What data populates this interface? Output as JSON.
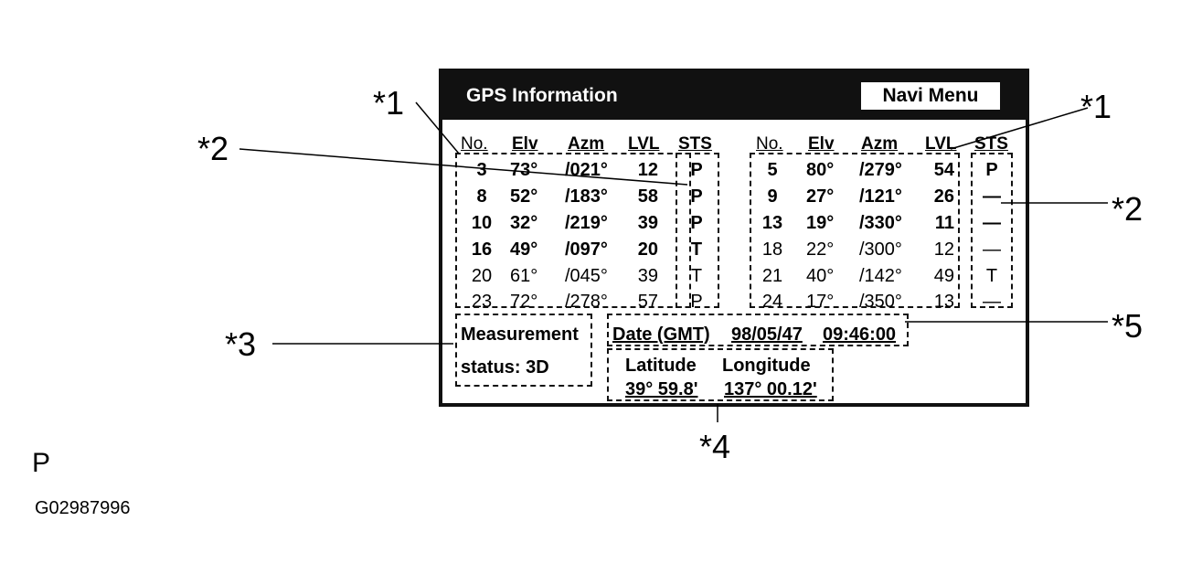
{
  "window": {
    "title": "GPS Information",
    "navi_button": "Navi Menu"
  },
  "columns": {
    "no": "No.",
    "elv": "Elv",
    "azm": "Azm",
    "lvl": "LVL",
    "sts": "STS"
  },
  "left_rows": [
    {
      "no": "3",
      "elv": "73°",
      "azm": "/021°",
      "lvl": "12",
      "sts": "P",
      "bold": true
    },
    {
      "no": "8",
      "elv": "52°",
      "azm": "/183°",
      "lvl": "58",
      "sts": "P",
      "bold": true
    },
    {
      "no": "10",
      "elv": "32°",
      "azm": "/219°",
      "lvl": "39",
      "sts": "P",
      "bold": true
    },
    {
      "no": "16",
      "elv": "49°",
      "azm": "/097°",
      "lvl": "20",
      "sts": "T",
      "bold": true
    },
    {
      "no": "20",
      "elv": "61°",
      "azm": "/045°",
      "lvl": "39",
      "sts": "T",
      "bold": false
    },
    {
      "no": "23",
      "elv": "72°",
      "azm": "/278°",
      "lvl": "57",
      "sts": "P",
      "bold": false
    }
  ],
  "right_rows": [
    {
      "no": "5",
      "elv": "80°",
      "azm": "/279°",
      "lvl": "54",
      "sts": "P",
      "bold": true
    },
    {
      "no": "9",
      "elv": "27°",
      "azm": "/121°",
      "lvl": "26",
      "sts": "—",
      "bold": true
    },
    {
      "no": "13",
      "elv": "19°",
      "azm": "/330°",
      "lvl": "11",
      "sts": "—",
      "bold": true
    },
    {
      "no": "18",
      "elv": "22°",
      "azm": "/300°",
      "lvl": "12",
      "sts": "—",
      "bold": false
    },
    {
      "no": "21",
      "elv": "40°",
      "azm": "/142°",
      "lvl": "49",
      "sts": "T",
      "bold": false
    },
    {
      "no": "24",
      "elv": "17°",
      "azm": "/350°",
      "lvl": "13",
      "sts": "—",
      "bold": false
    }
  ],
  "measurement": {
    "line1": "Measurement",
    "line2": "status:  3D"
  },
  "date": {
    "label": "Date (GMT)",
    "date": "98/05/47",
    "time": "09:46:00"
  },
  "position": {
    "latitude_label": "Latitude",
    "longitude_label": "Longitude",
    "latitude": "39° 59.8'",
    "longitude": "137° 00.12'"
  },
  "callouts": {
    "c1": "*1",
    "c2": "*2",
    "c3": "*3",
    "c4": "*4",
    "c5": "*5"
  },
  "footer": {
    "marker": "P",
    "code": "G02987996"
  }
}
